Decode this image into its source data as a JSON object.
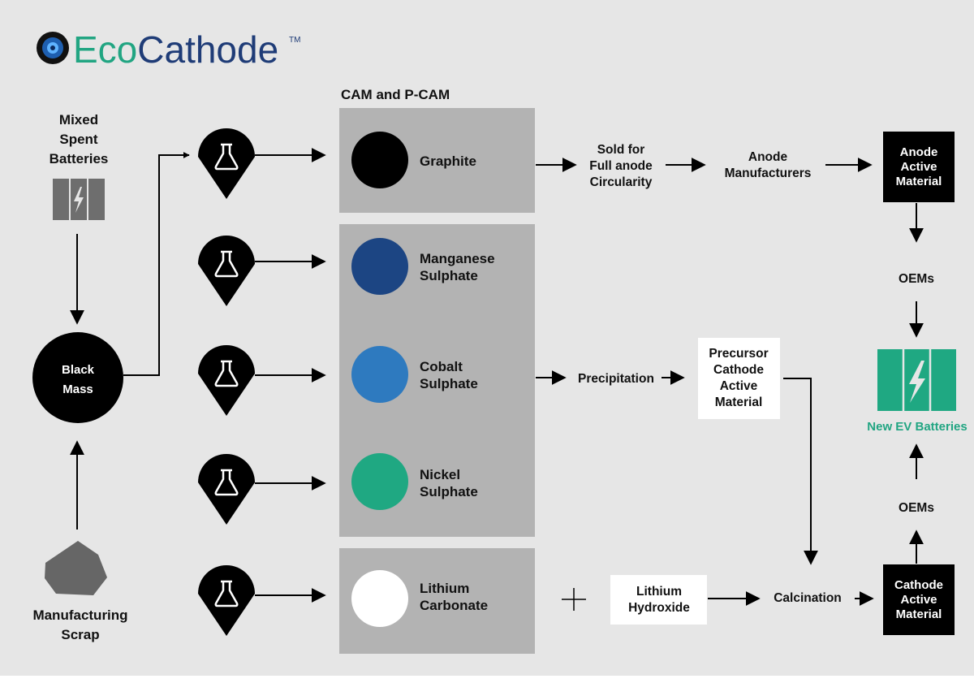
{
  "logo": {
    "eco": "Eco",
    "cathode": "Cathode",
    "tm": "TM"
  },
  "colors": {
    "background": "#e6e6e6",
    "panel": "#b3b3b3",
    "brand_green": "#21a582",
    "brand_blue": "#1f3c77",
    "manganese": "#1c4583",
    "cobalt": "#2e7abf",
    "nickel": "#1fa882",
    "lithium": "#ffffff",
    "graphite": "#000000"
  },
  "header": {
    "cam_label": "CAM and P-CAM"
  },
  "left": {
    "mixed_spent_batteries": [
      "Mixed",
      "Spent",
      "Batteries"
    ],
    "black_mass": [
      "Black",
      "Mass"
    ],
    "manufacturing_scrap": [
      "Manufacturing",
      "Scrap"
    ]
  },
  "materials": [
    {
      "lines": [
        "Graphite"
      ],
      "color": "#000000"
    },
    {
      "lines": [
        "Manganese",
        "Sulphate"
      ],
      "color": "#1c4583"
    },
    {
      "lines": [
        "Cobalt",
        "Sulphate"
      ],
      "color": "#2e7abf"
    },
    {
      "lines": [
        "Nickel",
        "Sulphate"
      ],
      "color": "#1fa882"
    },
    {
      "lines": [
        "Lithium",
        "Carbonate"
      ],
      "color": "#ffffff"
    }
  ],
  "anode_flow": {
    "sold": [
      "Sold for",
      "Full anode",
      "Circularity"
    ],
    "manufacturers": [
      "Anode",
      "Manufacturers"
    ],
    "active_material": [
      "Anode",
      "Active",
      "Material"
    ]
  },
  "cathode_flow": {
    "precipitation": "Precipitation",
    "precursor": [
      "Precursor",
      "Cathode",
      "Active",
      "Material"
    ],
    "lithium_hydroxide": [
      "Lithium",
      "Hydroxide"
    ],
    "calcination": "Calcination",
    "active_material": [
      "Cathode",
      "Active",
      "Material"
    ]
  },
  "right": {
    "oems_top": "OEMs",
    "oems_bottom": "OEMs",
    "new_ev_batteries": "New EV Batteries"
  },
  "icons": [
    "eco-cathode-logo-icon",
    "battery-icon",
    "scrap-rock-icon",
    "flask-pin-icon",
    "plus-icon",
    "ev-battery-icon",
    "arrow-icon"
  ]
}
